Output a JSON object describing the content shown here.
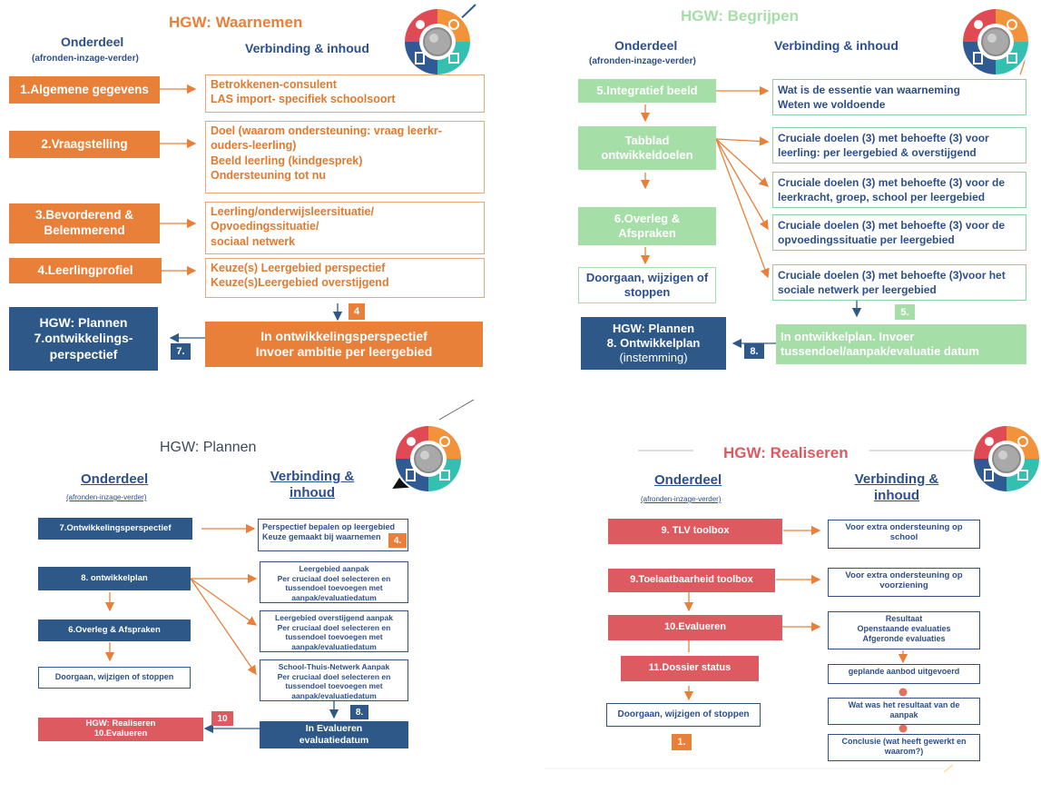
{
  "colors": {
    "orange": "#e8803a",
    "green": "#a6dea8",
    "navy": "#2d5888",
    "red": "#dd5a60"
  },
  "q1": {
    "title": "HGW: Waarnemen",
    "col_left": "Onderdeel",
    "col_left_sub": "(afronden-inzage-verder)",
    "col_right": "Verbinding & inhoud",
    "steps": [
      "1.Algemene gegevens",
      "2.Vraagstelling",
      "3.Bevorderend & Belemmerend",
      "4.Leerlingprofiel"
    ],
    "texts": [
      [
        "Betrokkenen-consulent",
        "LAS import- specifiek schoolsoort"
      ],
      [
        "Doel (waarom ondersteuning: vraag leerkr-",
        "ouders-leerling)",
        "Beeld leerling (kindgesprek)",
        "Ondersteuning tot nu"
      ],
      [
        "Leerling/onderwijsleersituatie/",
        "Opvoedingssituatie/",
        "sociaal netwerk"
      ],
      [
        "Keuze(s) Leergebied perspectief",
        "Keuze(s)Leergebied overstijgend"
      ]
    ],
    "badge_top": "4",
    "result": [
      "In ontwikkelingsperspectief",
      "Invoer ambitie per leergebied"
    ],
    "badge_left": "7.",
    "target": [
      "HGW: Plannen",
      "7.ontwikkelings-",
      "perspectief"
    ]
  },
  "q2": {
    "title": "HGW: Begrijpen",
    "col_left": "Onderdeel",
    "col_left_sub": "(afronden-inzage-verder)",
    "col_right": "Verbinding & inhoud",
    "steps": [
      "5.Integratief beeld",
      [
        "Tabblad",
        "ontwikkeldoelen"
      ],
      [
        "6.Overleg &",
        "Afspraken"
      ]
    ],
    "continue": [
      "Doorgaan, wijzigen of",
      "stoppen"
    ],
    "texts": [
      [
        "Wat is de essentie van waarneming",
        "Weten we voldoende"
      ],
      [
        "Cruciale doelen (3) met behoefte (3) voor",
        "leerling:  per leergebied & overstijgend"
      ],
      [
        "Cruciale doelen (3) met behoefte (3) voor de",
        "leerkracht, groep, school per leergebied"
      ],
      [
        "Cruciale doelen (3) met behoefte (3) voor de",
        "opvoedingssituatie per leergebied"
      ],
      [
        "Cruciale doelen (3) met behoefte (3)voor het",
        "sociale netwerk per leergebied"
      ]
    ],
    "badge_top": "5.",
    "result": [
      "In ontwikkelplan. Invoer",
      "tussendoel/aanpak/evaluatie datum"
    ],
    "badge_left": "8.",
    "target": [
      "HGW: Plannen",
      "8. Ontwikkelplan",
      "(instemming)"
    ]
  },
  "q3": {
    "title": "HGW: Plannen",
    "col_left": "Onderdeel",
    "col_left_sub": "(afronden-inzage-verder)",
    "col_right": [
      "Verbinding &",
      "inhoud"
    ],
    "steps": [
      "7.Ontwikkelingsperspectief",
      "8. ontwikkelplan",
      "6.Overleg & Afspraken",
      "Doorgaan, wijzigen of stoppen"
    ],
    "persp": [
      "Perspectief bepalen op leergebied",
      "Keuze gemaakt bij waarnemen"
    ],
    "badge_persp": "4.",
    "blocks": [
      [
        "Leergebied aanpak",
        "Per cruciaal doel selecteren en",
        "tussendoel toevoegen met",
        "aanpak/evaluatiedatum"
      ],
      [
        "Leergebied overstijgend aanpak",
        "Per cruciaal doel selecteren en",
        "tussendoel toevoegen met",
        "aanpak/evaluatiedatum"
      ],
      [
        "School-Thuis-Netwerk Aanpak",
        "Per cruciaal doel selecteren en",
        "tussendoel toevoegen met",
        "aanpak/evaluatiedatum"
      ]
    ],
    "badge_mid": "8.",
    "badge_left": "10",
    "result": [
      "In Evalueren",
      "evaluatiedatum"
    ],
    "target": [
      "HGW: Realiseren",
      "10.Evalueren"
    ]
  },
  "q4": {
    "title": "HGW: Realiseren",
    "col_left": "Onderdeel",
    "col_left_sub": "(afronden-inzage-verder)",
    "col_right": [
      "Verbinding &",
      "inhoud"
    ],
    "steps": [
      "9. TLV toolbox",
      "9.Toelaatbaarheid toolbox",
      "10.Evalueren",
      "11.Dossier status"
    ],
    "continue": "Doorgaan, wijzigen of stoppen",
    "badge": "1.",
    "texts": [
      [
        "Voor extra ondersteuning op",
        "school"
      ],
      [
        "Voor extra ondersteuning op",
        "voorziening"
      ],
      [
        "Resultaat",
        "Openstaande evaluaties",
        "Afgeronde evaluaties"
      ],
      [
        "geplande aanbod uitgevoerd"
      ],
      [
        "Wat was het resultaat van de",
        "aanpak"
      ],
      [
        "Conclusie (wat heeft gewerkt en",
        "waarom?)"
      ]
    ]
  },
  "cycle_icon": {
    "segments": [
      "red",
      "orange",
      "teal",
      "navy"
    ],
    "icons": [
      "person-icon",
      "magnifier-icon",
      "edit-icon",
      "document-icon"
    ]
  }
}
